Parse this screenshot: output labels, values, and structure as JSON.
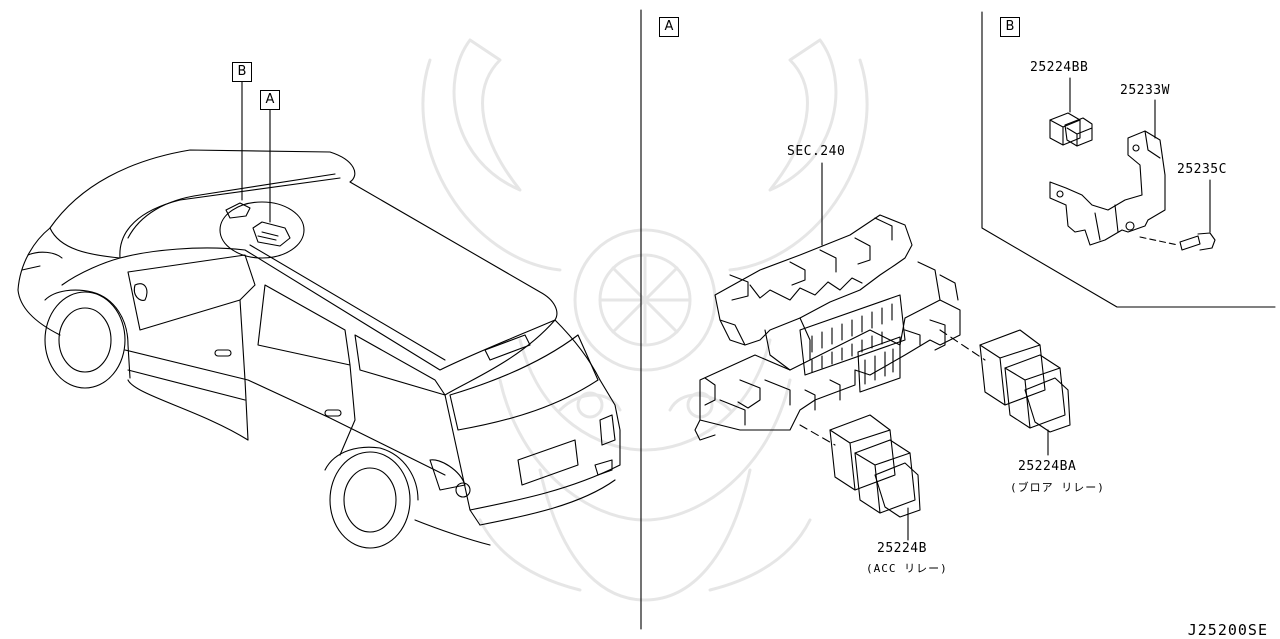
{
  "callouts": {
    "car_box_b": "B",
    "car_box_a": "A",
    "panel_a": "A",
    "panel_b": "B"
  },
  "parts": {
    "sec_240": "SEC.240",
    "relay_bb": "25224BB",
    "bracket": "25233W",
    "bolt": "25235C",
    "relay_ba": "25224BA",
    "relay_ba_note": "(ブロア リレー)",
    "relay_b": "25224B",
    "relay_b_note": "(ACC リレー)"
  },
  "diagram_code": "J25200SE"
}
